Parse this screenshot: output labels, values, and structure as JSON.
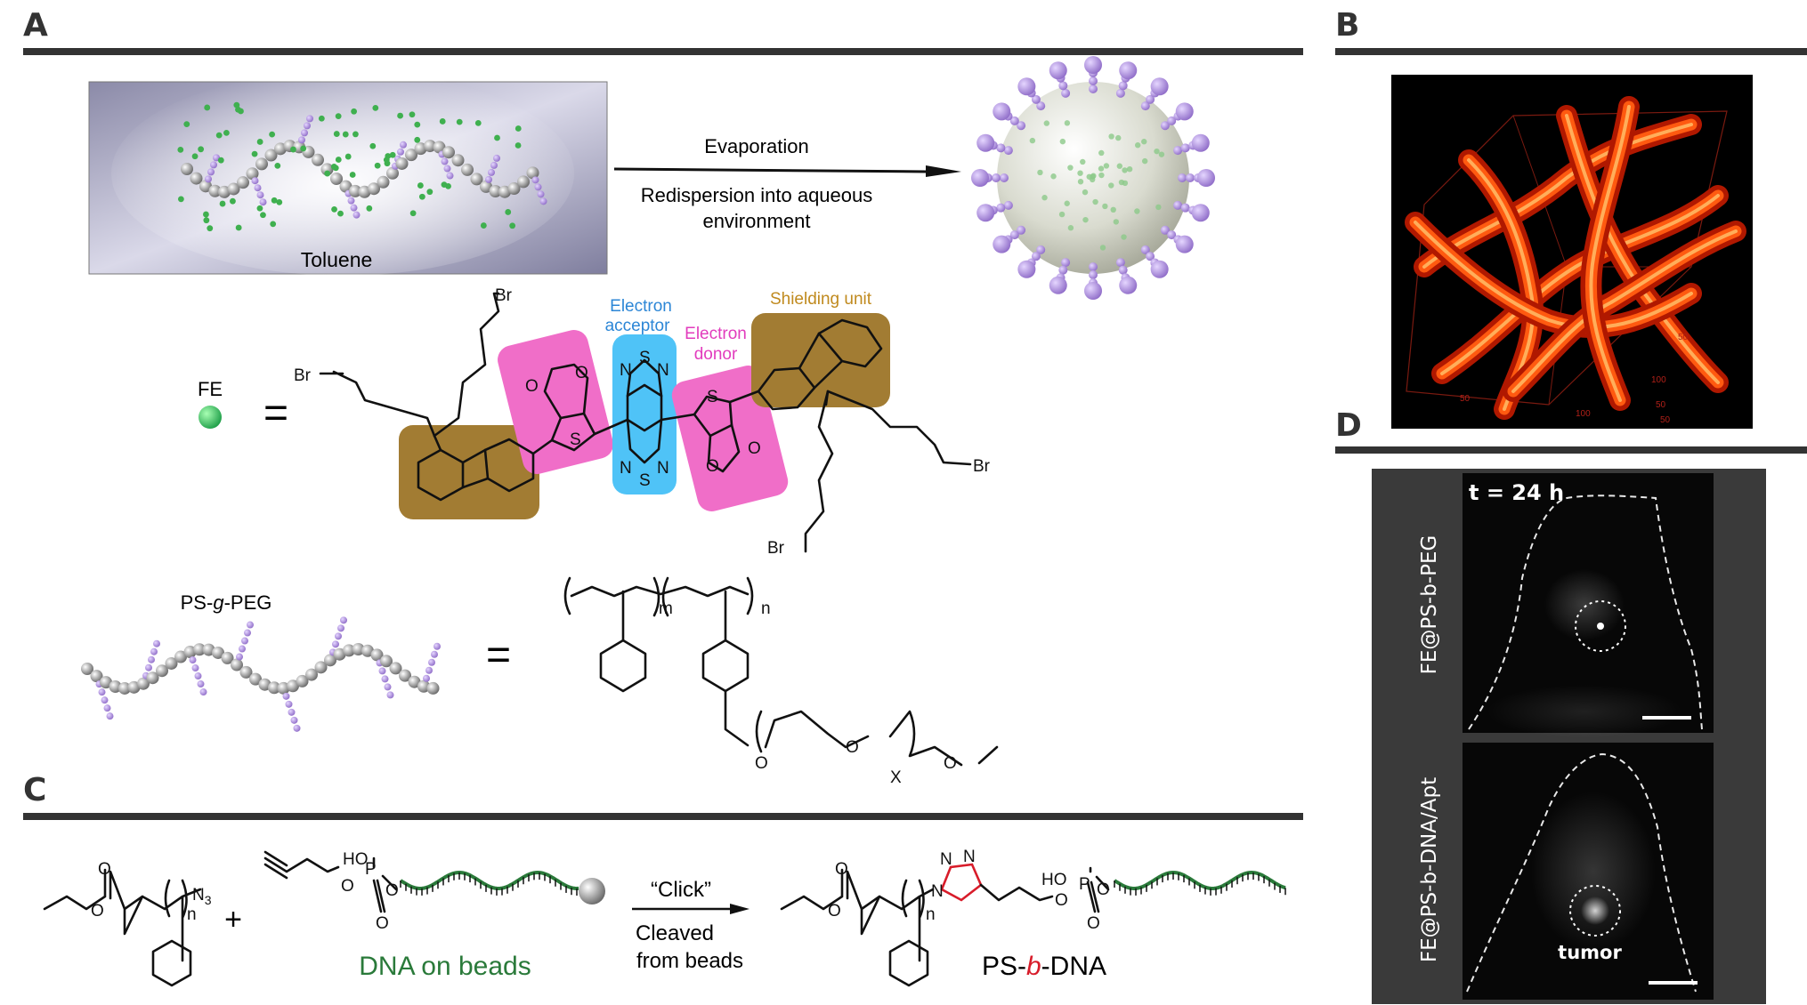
{
  "panels": {
    "a": "A",
    "b": "B",
    "c": "C",
    "d": "D"
  },
  "panel_a": {
    "solvent_label": "Toluene",
    "arrow_top": "Evaporation",
    "arrow_bottom_line1": "Redispersion into aqueous",
    "arrow_bottom_line2": "environment",
    "fe_label": "FE",
    "equals": "=",
    "electron_acceptor_line1": "Electron",
    "electron_acceptor_line2": "acceptor",
    "electron_donor_line1": "Electron",
    "electron_donor_line2": "donor",
    "shielding_unit": "Shielding unit",
    "polymer_prefix": "PS-",
    "polymer_g": "g",
    "polymer_suffix": "-PEG",
    "sub_m": "m",
    "sub_n": "n",
    "sub_x": "X",
    "atoms": {
      "br": "Br",
      "o": "O",
      "s": "S",
      "n": "N"
    }
  },
  "panel_c": {
    "sub_n": "n",
    "n3": "N",
    "n3_sub": "3",
    "plus": "+",
    "ho": "HO",
    "p": "P",
    "o": "O",
    "dna_on_beads": "DNA on beads",
    "click": "“Click”",
    "cleaved_line1": "Cleaved",
    "cleaved_line2": "from beads",
    "product_prefix": "PS-",
    "product_b": "b",
    "product_suffix": "-DNA",
    "triazole_n": "N"
  },
  "panel_b": {
    "axis_ticks": [
      "50",
      "100",
      "50",
      "100",
      "50",
      "50"
    ]
  },
  "panel_d": {
    "time_label": "t = 24 h",
    "row1_label": "FE@PS-b-PEG",
    "row2_label": "FE@PS-b-DNA/Apt",
    "tumor_label": "tumor"
  },
  "colors": {
    "acceptor": "#4fc3f7",
    "donor": "#f06ec8",
    "shielding": "#a27c33",
    "acceptor_text": "#2c86d6",
    "donor_text": "#e23cbd",
    "shielding_text": "#c08a1e",
    "dna_green": "#2a7a3a",
    "azide_red": "#d81c2a"
  }
}
